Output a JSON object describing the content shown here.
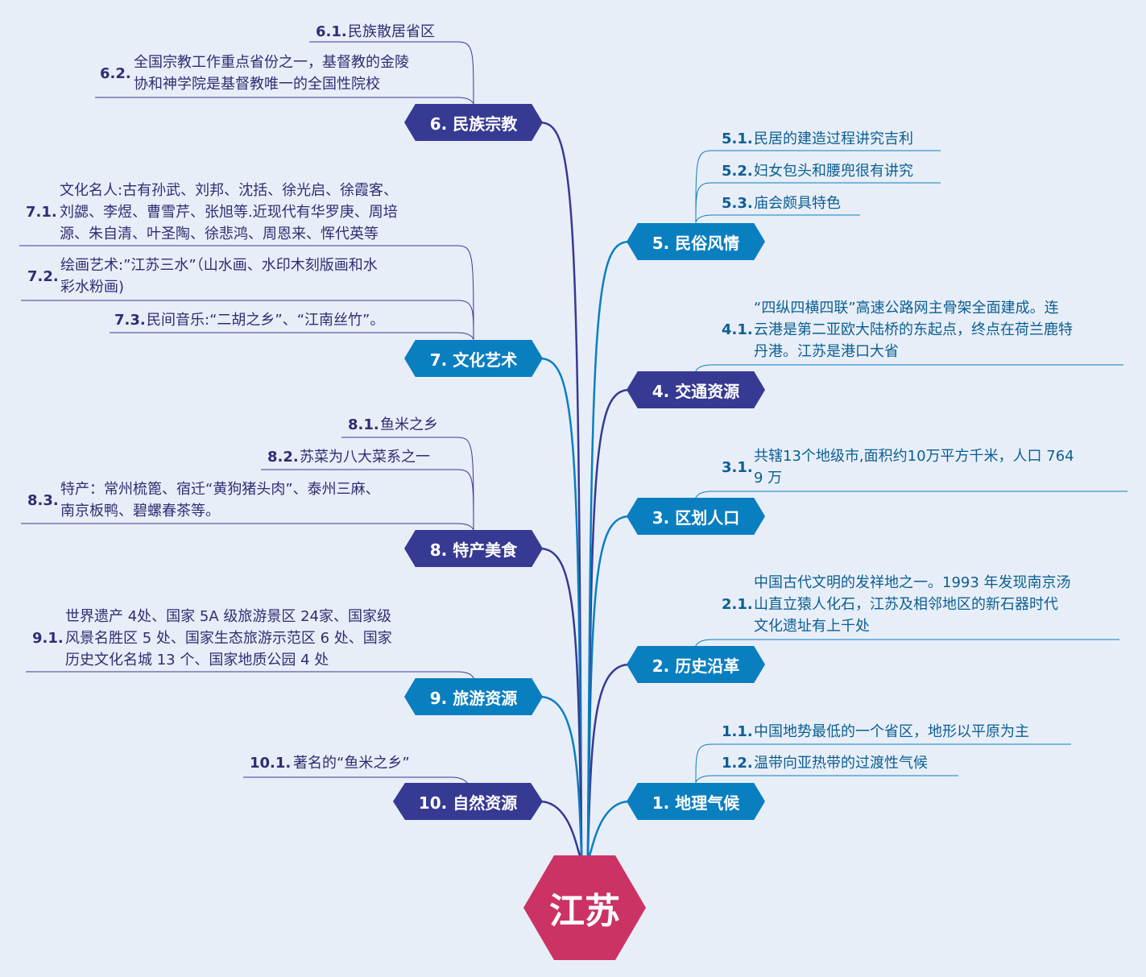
{
  "center": "江苏",
  "colors": {
    "right": "#0a7fc0",
    "left": "#363a93",
    "center": "#cc3365",
    "background": "#e8eef8"
  },
  "branches": [
    {
      "id": "b1",
      "label": "1. 地理气候",
      "items": [
        {
          "num": "1.1.",
          "lines": [
            "中国地势最低的一个省区，地形以平原为主"
          ]
        },
        {
          "num": "1.2.",
          "lines": [
            "温带向亚热带的过渡性气候"
          ]
        }
      ]
    },
    {
      "id": "b2",
      "label": "2. 历史沿革",
      "items": [
        {
          "num": "2.1.",
          "lines": [
            "中国古代文明的发祥地之一。1993 年发现南京汤",
            "山直立猿人化石，江苏及相邻地区的新石器时代",
            "文化遗址有上千处"
          ]
        }
      ]
    },
    {
      "id": "b3",
      "label": "3. 区划人口",
      "items": [
        {
          "num": "3.1.",
          "lines": [
            "共辖13个地级市,面积约10万平方千米，人口 764",
            "9 万"
          ]
        }
      ]
    },
    {
      "id": "b4",
      "label": "4. 交通资源",
      "items": [
        {
          "num": "4.1.",
          "lines": [
            "“四纵四横四联”高速公路网主骨架全面建成。连",
            "云港是第二亚欧大陆桥的东起点，终点在荷兰鹿特",
            "丹港。江苏是港口大省"
          ]
        }
      ]
    },
    {
      "id": "b5",
      "label": "5. 民俗风情",
      "items": [
        {
          "num": "5.1.",
          "lines": [
            "民居的建造过程讲究吉利"
          ]
        },
        {
          "num": "5.2.",
          "lines": [
            "妇女包头和腰兜很有讲究"
          ]
        },
        {
          "num": "5.3.",
          "lines": [
            "庙会颇具特色"
          ]
        }
      ]
    },
    {
      "id": "b6",
      "label": "6. 民族宗教",
      "items": [
        {
          "num": "6.1.",
          "lines": [
            "民族散居省区"
          ]
        },
        {
          "num": "6.2.",
          "lines": [
            "全国宗教工作重点省份之一，基督教的金陵",
            "协和神学院是基督教唯一的全国性院校"
          ]
        }
      ]
    },
    {
      "id": "b7",
      "label": "7. 文化艺术",
      "items": [
        {
          "num": "7.1.",
          "lines": [
            "文化名人:古有孙武、刘邦、沈括、徐光启、徐霞客、",
            "刘勰、李煜、曹雪芹、张旭等.近现代有华罗庚、周培",
            "源、朱自清、叶圣陶、徐悲鸿、周恩来、恽代英等"
          ]
        },
        {
          "num": "7.2.",
          "lines": [
            "绘画艺术:”江苏三水”（山水画、水印木刻版画和水",
            "彩水粉画)"
          ]
        },
        {
          "num": "7.3.",
          "lines": [
            "民间音乐:“二胡之乡”、“江南丝竹”。"
          ]
        }
      ]
    },
    {
      "id": "b8",
      "label": "8. 特产美食",
      "items": [
        {
          "num": "8.1.",
          "lines": [
            "鱼米之乡"
          ]
        },
        {
          "num": "8.2.",
          "lines": [
            "苏菜为八大菜系之一"
          ]
        },
        {
          "num": "8.3.",
          "lines": [
            "特产：常州梳篦、宿迁“黄狗猪头肉”、泰州三麻、",
            "南京板鸭、碧螺春茶等。"
          ]
        }
      ]
    },
    {
      "id": "b9",
      "label": "9. 旅游资源",
      "items": [
        {
          "num": "9.1.",
          "lines": [
            "世界遗产 4处、国家 5A 级旅游景区 24家、国家级",
            "风景名胜区 5 处、国家生态旅游示范区 6 处、国家",
            "历史文化名城 13 个、国家地质公园 4 处"
          ]
        }
      ]
    },
    {
      "id": "b10",
      "label": "10. 自然资源",
      "items": [
        {
          "num": "10.1.",
          "lines": [
            "著名的“鱼米之乡”"
          ]
        }
      ]
    }
  ]
}
